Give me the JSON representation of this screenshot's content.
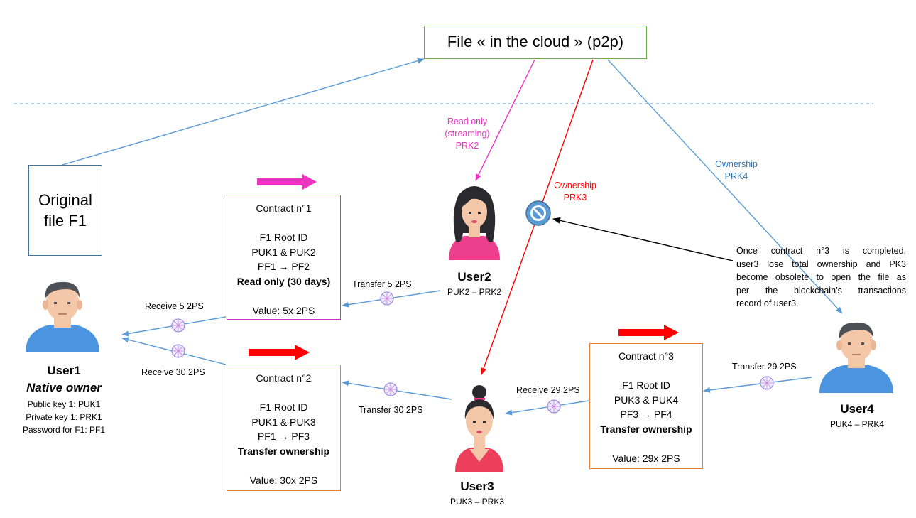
{
  "colors": {
    "blue": "#5b9bd5",
    "magenta": "#ec33c2",
    "red": "#ff0000",
    "green_border": "#70ad47",
    "orange_border": "#ed7d31",
    "purple_border": "#cc33cc",
    "dark_blue_border": "#41719c",
    "skin": "#f3c7a8",
    "shirt": "#4b94e0",
    "hair": "#4d5056"
  },
  "cloud": {
    "title": "File « in the cloud » (p2p)"
  },
  "original_file": {
    "line1": "Original",
    "line2": "file F1"
  },
  "users": {
    "user1": {
      "name": "User1",
      "role": "Native owner",
      "public_key": "Public key 1: PUK1",
      "private_key": "Private key 1: PRK1",
      "password": "Password for F1: PF1"
    },
    "user2": {
      "name": "User2",
      "keys": "PUK2 – PRK2"
    },
    "user3": {
      "name": "User3",
      "keys": "PUK3 – PRK3"
    },
    "user4": {
      "name": "User4",
      "keys": "PUK4 – PRK4"
    }
  },
  "contracts": {
    "c1": {
      "title": "Contract n°1",
      "line1": "F1 Root ID",
      "line2": "PUK1 & PUK2",
      "line3": "PF1 → PF2",
      "line4": "Read only (30 days)",
      "value": "Value: 5x 2PS"
    },
    "c2": {
      "title": "Contract n°2",
      "line1": "F1 Root ID",
      "line2": "PUK1 & PUK3",
      "line3": "PF1 → PF3",
      "line4": "Transfer ownership",
      "value": "Value: 30x 2PS"
    },
    "c3": {
      "title": "Contract n°3",
      "line1": "F1 Root ID",
      "line2": "PUK3 & PUK4",
      "line3": "PF3 → PF4",
      "line4": "Transfer ownership",
      "value": "Value: 29x 2PS"
    }
  },
  "labels": {
    "read_only": [
      "Read only",
      "(streaming)",
      "PRK2"
    ],
    "ownership3": [
      "Ownership",
      "PRK3"
    ],
    "ownership4": [
      "Ownership",
      "PRK4"
    ],
    "receive5": "Receive 5 2PS",
    "receive30": "Receive 30 2PS",
    "transfer5": "Transfer 5 2PS",
    "transfer30": "Transfer 30 2PS",
    "receive29": "Receive 29 2PS",
    "transfer29": "Transfer 29 2PS"
  },
  "note": {
    "line1": "Once contract n°3 is completed,",
    "line2": "user3 lose total ownership and PK3",
    "line3": "become obsolete to open the file as",
    "line4": "per the blockchain’s transactions",
    "line5": "record of user3."
  }
}
